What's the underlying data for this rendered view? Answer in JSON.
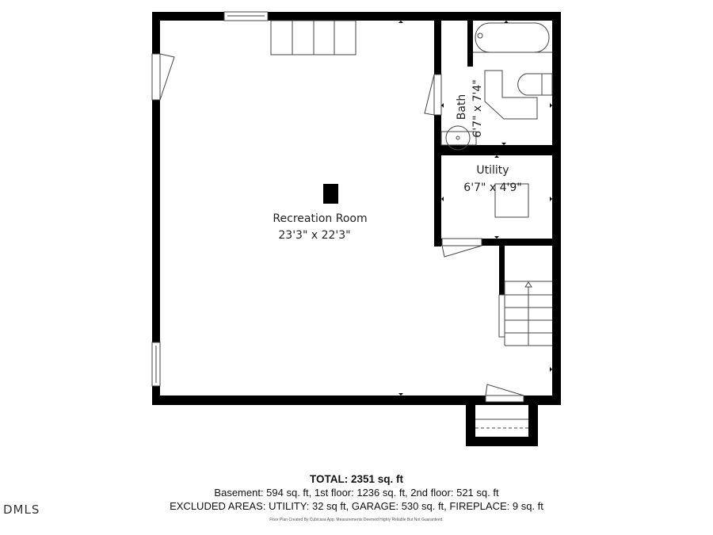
{
  "rooms": [
    {
      "name": "Recreation Room",
      "dimensions": "23'3\" x 22'3\""
    },
    {
      "name": "Bath",
      "dimensions": "6'7\" x 7'4\""
    },
    {
      "name": "Utility",
      "dimensions": "6'7\" x 4'9\""
    }
  ],
  "summary": {
    "total": "TOTAL: 2351 sq. ft",
    "floors": "Basement: 594 sq. ft, 1st floor: 1236 sq. ft, 2nd floor: 521 sq. ft",
    "excluded": "EXCLUDED AREAS: UTILITY: 32 sq ft, GARAGE: 530 sq. ft, FIREPLACE: 9 sq. ft",
    "disclaimer": "Floor Plan Created By Cubicasa App. Measurements Deemed Highly Reliable But Not Guaranteed."
  },
  "logo": "DMLS",
  "colors": {
    "wall": "#000000",
    "fixture": "#444444"
  }
}
